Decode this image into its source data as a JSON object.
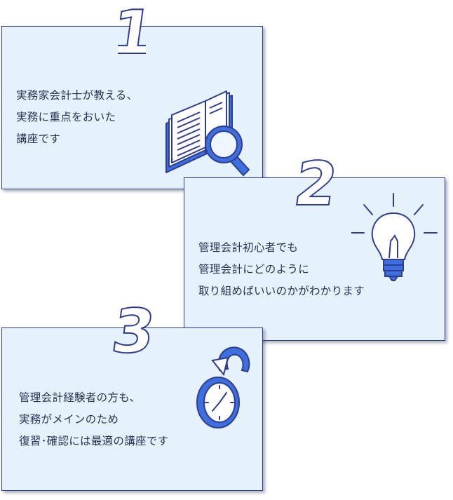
{
  "steps": [
    {
      "number": "1",
      "lines": [
        "実務家会計士が教える、",
        "実務に重点をおいた",
        "講座です"
      ],
      "icon": "book-magnifier-icon"
    },
    {
      "number": "2",
      "lines": [
        "管理会計初心者でも",
        "管理会計にどのように",
        "取り組めばいいのかがわかります"
      ],
      "icon": "lightbulb-icon"
    },
    {
      "number": "3",
      "lines": [
        "管理会計経験者の方も、",
        "実務がメインのため",
        "復習･確認には最適の講座です"
      ],
      "icon": "clock-refresh-icon"
    }
  ],
  "colors": {
    "card_bg": "#e5f2fb",
    "border": "#2e3d8f",
    "text": "#2a3157",
    "accent_blue": "#3d6fe0"
  }
}
